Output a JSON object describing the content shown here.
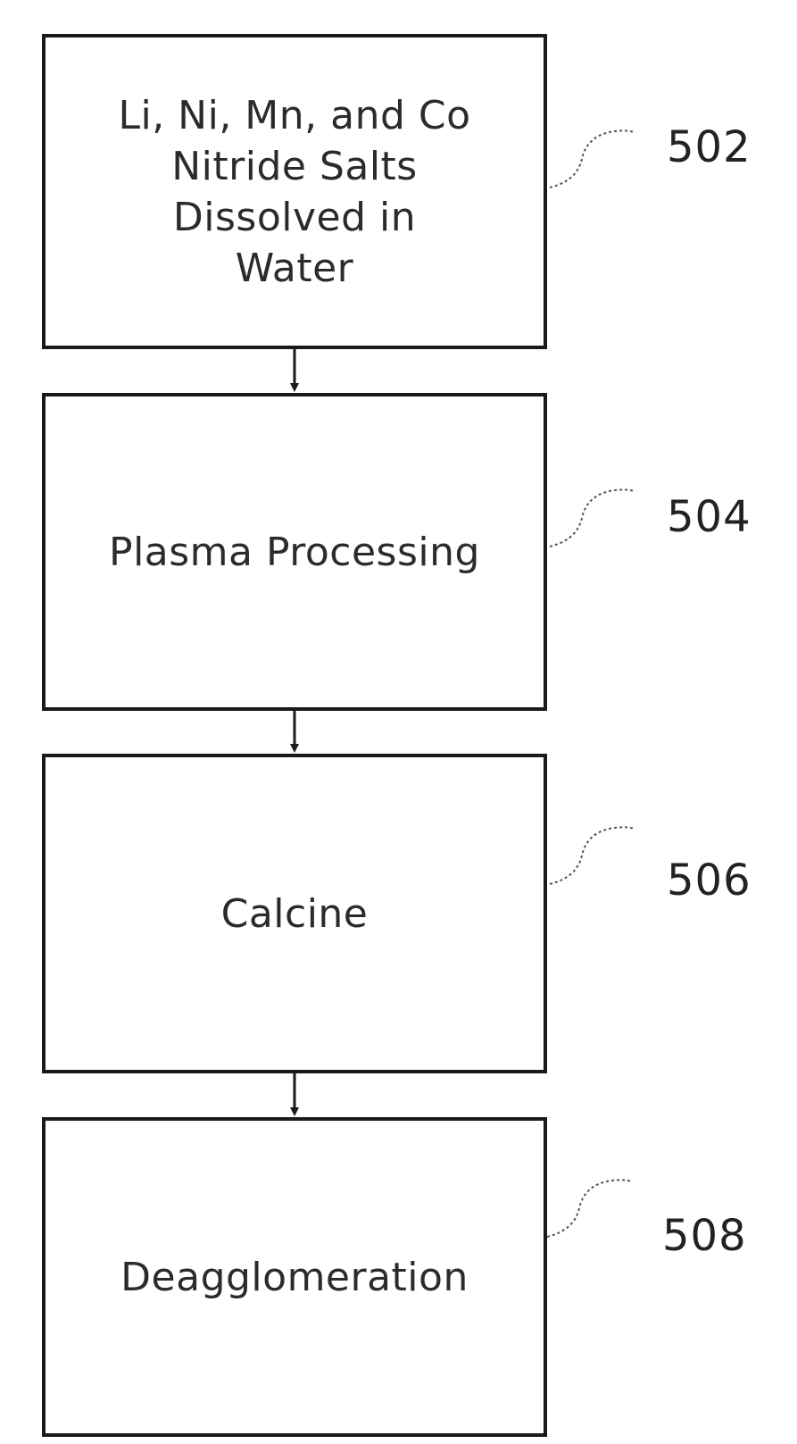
{
  "steps": [
    {
      "ref": "502",
      "label": "Li, Ni, Mn, and Co\nNitride Salts\nDissolved in\nWater"
    },
    {
      "ref": "504",
      "label": "Plasma Processing"
    },
    {
      "ref": "506",
      "label": "Calcine"
    },
    {
      "ref": "508",
      "label": "Deagglomeration"
    }
  ],
  "colors": {
    "border": "#1a1a1a",
    "text": "#2b2b2b",
    "leader": "#555555"
  }
}
